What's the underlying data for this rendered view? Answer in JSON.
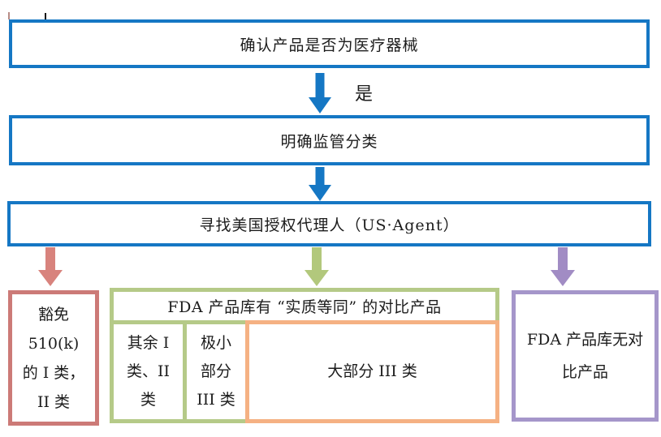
{
  "flow": {
    "step1": "确认产品是否为医疗器械",
    "arrow1_label": "是",
    "step2": "明确监管分类",
    "step3": "寻找美国授权代理人（US·Agent）"
  },
  "outcomes": {
    "exempt": {
      "lines": [
        "豁免",
        "510(k)",
        "的 I 类，",
        "II 类"
      ]
    },
    "equivalent": {
      "header": "FDA 产品库有 “实质等同” 的对比产品",
      "cell_a": {
        "lines": [
          "其余 I",
          "类、II",
          "类"
        ]
      },
      "cell_b": {
        "lines": [
          "极小",
          "部分",
          "III 类"
        ]
      },
      "cell_c": {
        "label": "大部分 III 类"
      }
    },
    "no_match": {
      "lines": [
        "FDA 产品库无对",
        "比产品"
      ]
    }
  },
  "colors": {
    "blue": "#1577c4",
    "pink": "#cc7a77",
    "pink-arrow": "#d8837d",
    "green": "#b5ca88",
    "green-arrow": "#b2c87c",
    "orange": "#f5b183",
    "purple": "#a596ca",
    "purple-arrow": "#a18cc4",
    "text": "#1c1c1c"
  }
}
